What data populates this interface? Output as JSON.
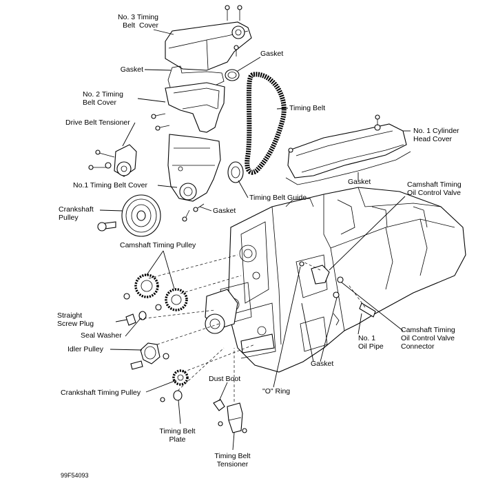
{
  "figure_code": "99F54093",
  "labels": {
    "timing_cover_3": "No. 3 Timing\nBelt  Cover",
    "gasket_top": "Gasket",
    "gasket_left": "Gasket",
    "timing_cover_2": "No. 2 Timing\nBelt Cover",
    "timing_belt": "Timing Belt",
    "drive_belt_tensioner": "Drive Belt Tensioner",
    "cylinder_head_cover": "No. 1 Cylinder\nHead Cover",
    "gasket_head": "Gasket",
    "timing_cover_1": "No.1 Timing Belt Cover",
    "camshaft_ocv": "Camshaft Timing\nOil Control Valve",
    "timing_belt_guide": "Timing Belt Guide",
    "gasket_mid": "Gasket",
    "crankshaft_pulley": "Crankshaft\nPulley",
    "camshaft_timing_pulley": "Camshaft Timing Pulley",
    "straight_screw_plug": "Straight\nScrew Plug",
    "seal_washer": "Seal Washer",
    "idler_pulley": "Idler Pulley",
    "ocv_connector": "Camshaft Timing\nOil Control Valve\nConnector",
    "oil_pipe": "No. 1\nOil Pipe",
    "gasket_bottom": "Gasket",
    "dust_boot": "Dust Boot",
    "o_ring": "\"O\" Ring",
    "crankshaft_timing_pulley": "Crankshaft Timing Pulley",
    "timing_belt_plate": "Timing Belt\nPlate",
    "timing_belt_tensioner": "Timing Belt\nTensioner"
  }
}
